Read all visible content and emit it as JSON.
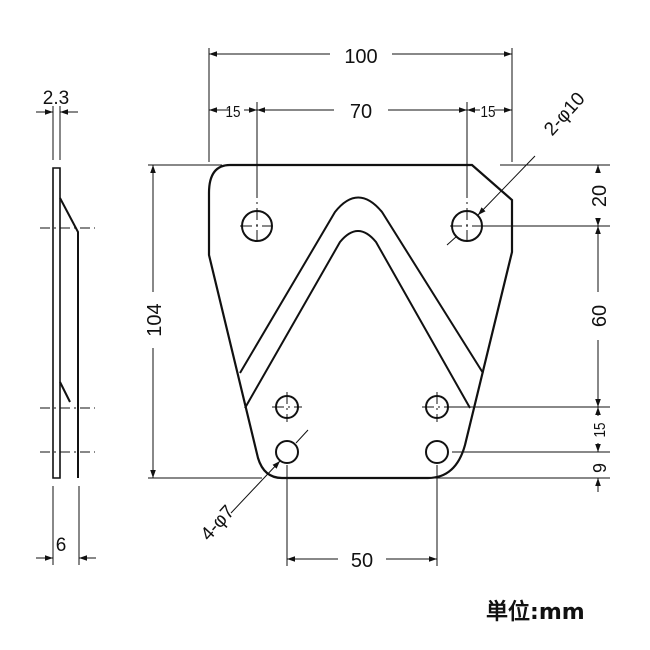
{
  "unit": {
    "label": "単位",
    "separator": ":",
    "value": "mm"
  },
  "dimensions": {
    "overall_width": "100",
    "edge_left": "15",
    "hole_pitch_top": "70",
    "edge_right": "15",
    "top_hole_dia": "2-φ10",
    "thickness": "2.3",
    "height": "104",
    "top_offset": "20",
    "hole_pitch_vertical": "60",
    "lower_hole_gap": "15",
    "bottom_offset": "9",
    "bottom_hole_dia": "4-φ7",
    "bottom_hole_pitch": "50",
    "side_offset": "6"
  }
}
